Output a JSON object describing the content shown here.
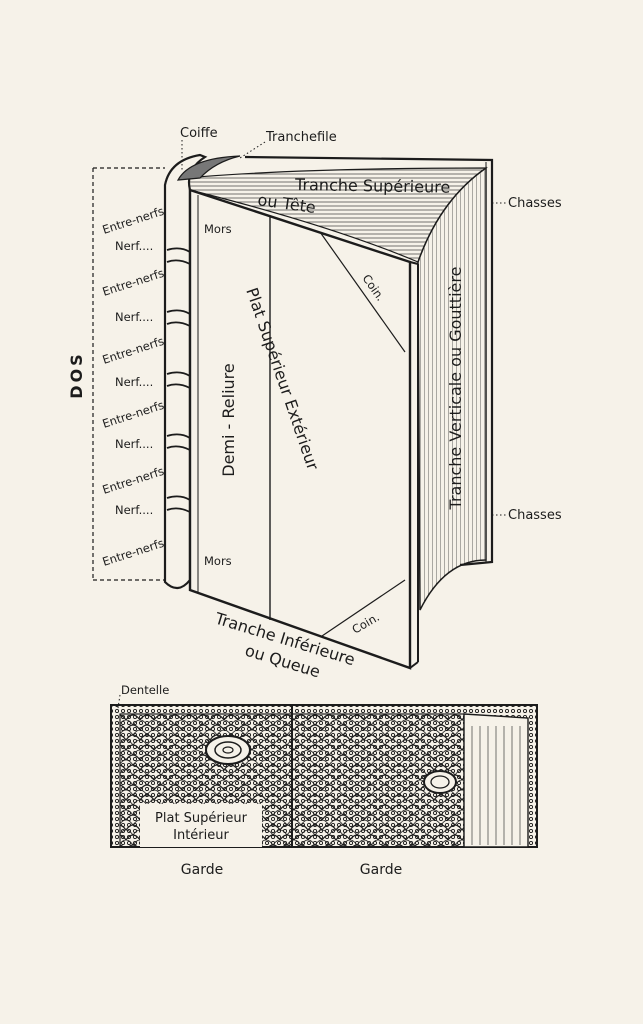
{
  "labels": {
    "coiffe": "Coiffe",
    "tranchefile": "Tranchefile",
    "tranche_superieure": "Tranche Supérieure",
    "ou_tete": "ou Tête",
    "chasses_top": "Chasses",
    "chasses_bottom": "Chasses",
    "dos": "DOS",
    "entre_nerfs": "Entre-nerfs",
    "nerf": "Nerf....",
    "mors_top": "Mors",
    "mors_bottom": "Mors",
    "demi_reliure": "Demi - Reliure",
    "plat_superieur_exterieur": "Plat Supérieur Extérieur",
    "coin_top": "Coin.",
    "coin_bottom": "Coin.",
    "tranche_verticale": "Tranche Verticale ou Gouttière",
    "tranche_inferieure": "Tranche Inférieure",
    "ou_queue": "ou Queue",
    "dentelle": "Dentelle",
    "plat_superieur_interieur_1": "Plat Supérieur",
    "plat_superieur_interieur_2": "Intérieur",
    "garde_left": "Garde",
    "garde_right": "Garde"
  },
  "colors": {
    "paper": "#f6f2e9",
    "ink": "#1c1c1c"
  }
}
